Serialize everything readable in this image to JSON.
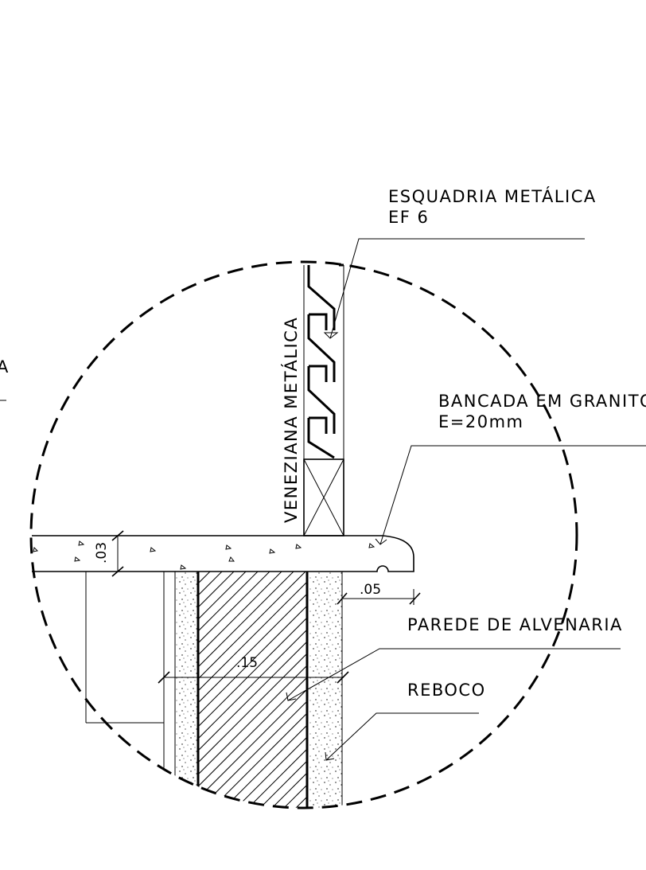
{
  "labels": {
    "esquadria_line1": "ESQUADRIA METÁLICA",
    "esquadria_line2": "EF 6",
    "veneziana": "VENEZIANA METÁLICA",
    "bancada_line1": "BANCADA EM GRANITO",
    "bancada_line2": "E=20mm",
    "parede": "PAREDE DE ALVENARIA",
    "reboco": "REBOCO",
    "cut_left": "A"
  },
  "dimensions": {
    "bancada_thickness": ".03",
    "overhang": ".05",
    "wall_width": ".15"
  }
}
